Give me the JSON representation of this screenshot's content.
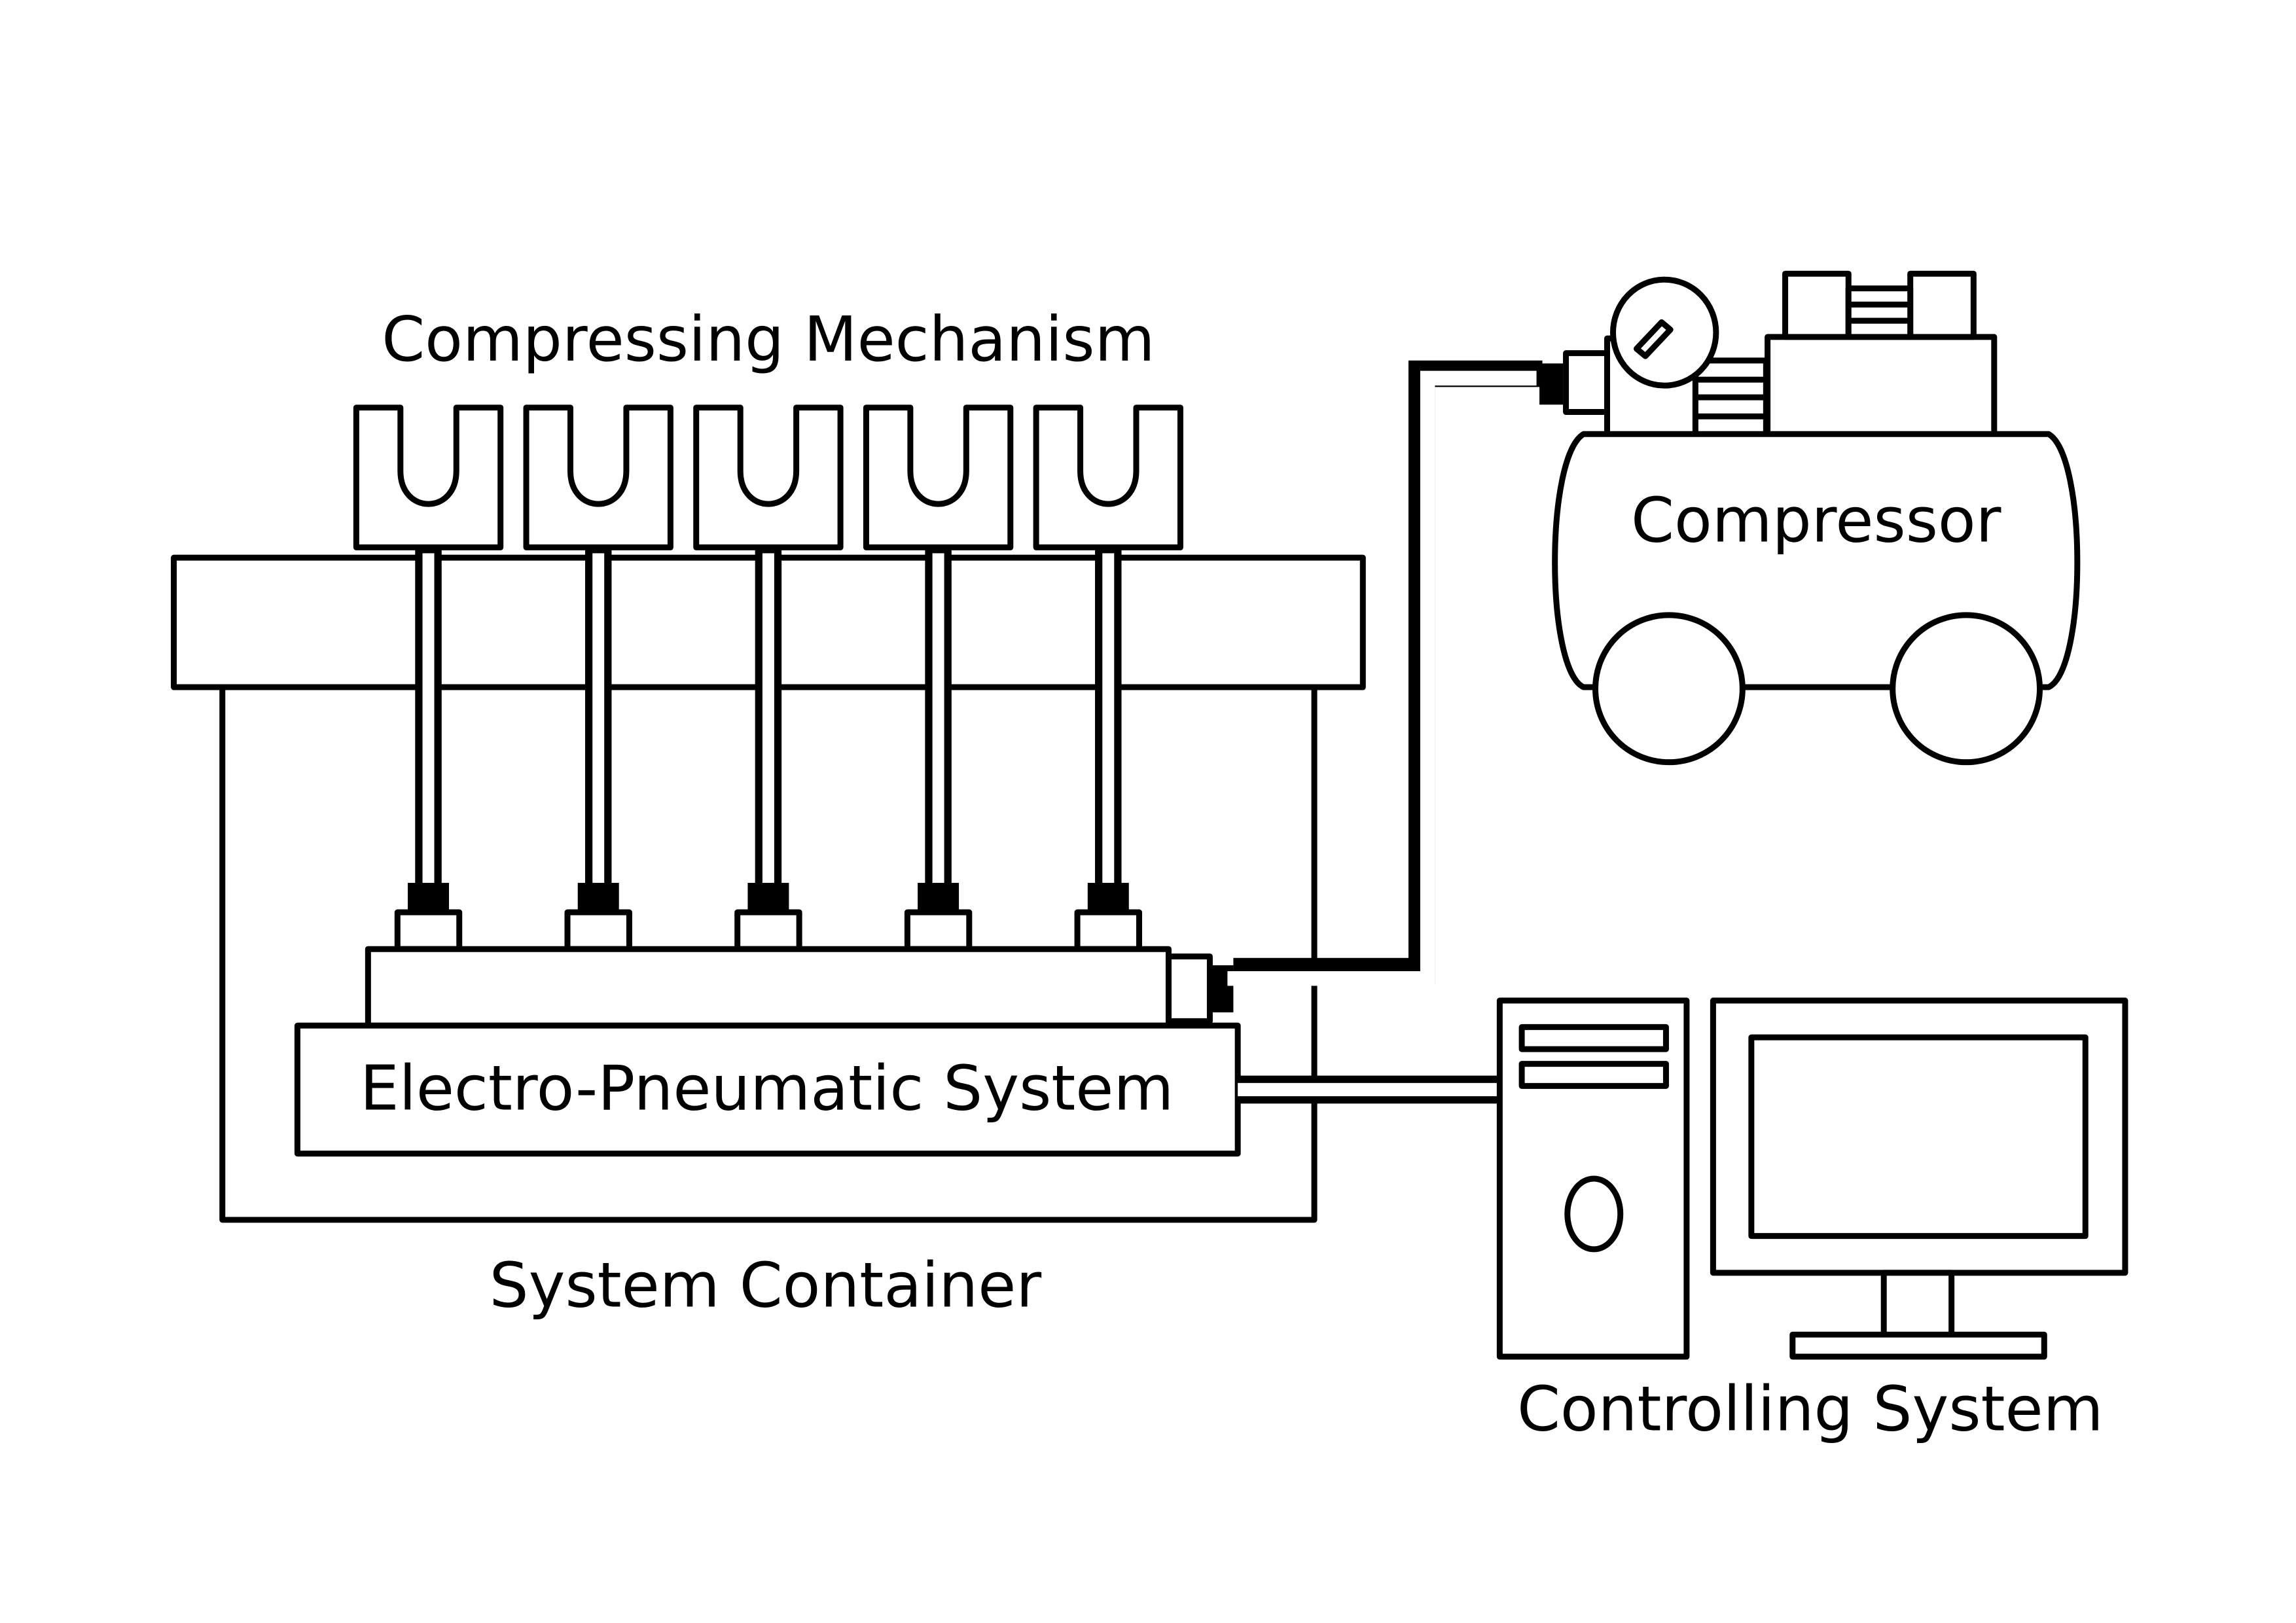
{
  "diagram": {
    "labels": {
      "compressing_mechanism": "Compressing Mechanism",
      "compressor": "Compressor",
      "electro_pneumatic": "Electro-Pneumatic System",
      "system_container": "System Container",
      "controlling_system": "Controlling System"
    },
    "compressing_units": 5,
    "colors": {
      "stroke": "#000000",
      "background": "#ffffff"
    }
  }
}
